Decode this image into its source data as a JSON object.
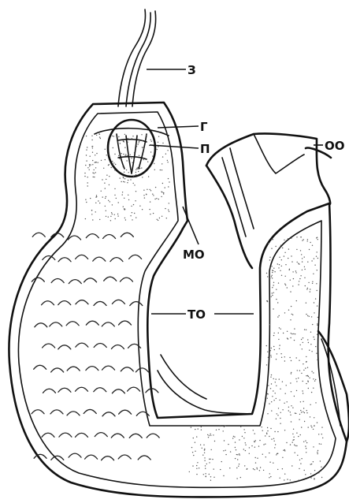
{
  "labels": {
    "z": "З",
    "g": "Г",
    "p": "П",
    "oo": "ОО",
    "mo": "МО",
    "to": "ТО"
  }
}
